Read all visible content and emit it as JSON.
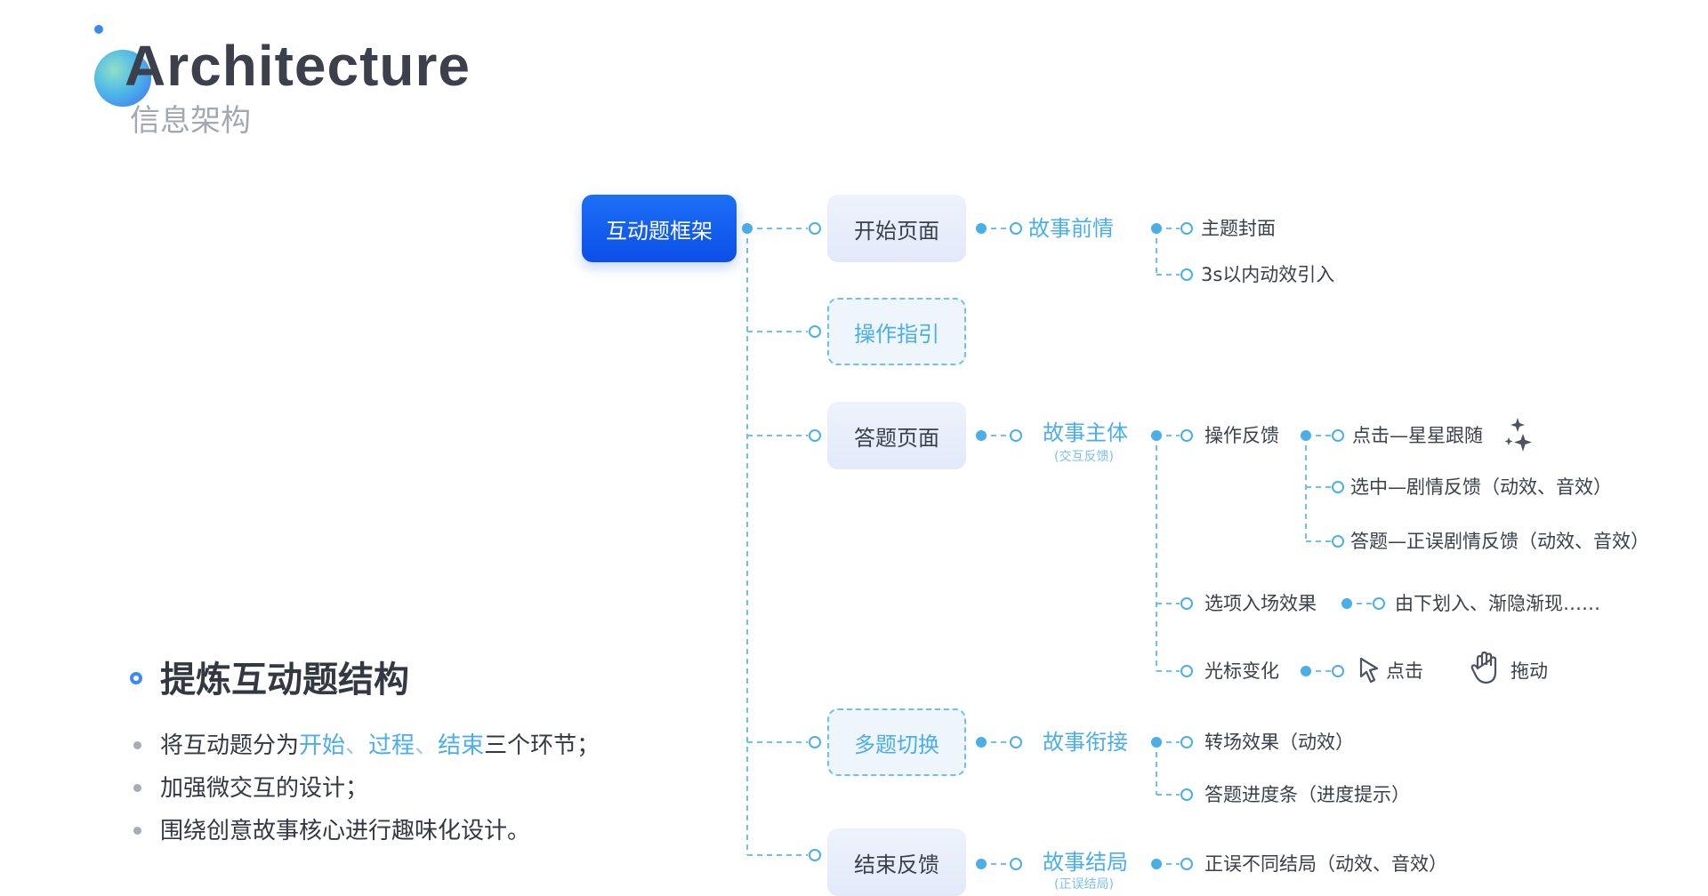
{
  "header": {
    "title_en": "Architecture",
    "title_cn": "信息架构"
  },
  "summary": {
    "title": "提炼互动题结构",
    "line1": {
      "prefix": "将互动题分为",
      "hl1": "开始",
      "sep1": "、",
      "hl2": "过程",
      "sep2": "、",
      "hl3": "结束",
      "suffix": "三个环节；"
    },
    "line2": "加强微交互的设计；",
    "line3": "围绕创意故事核心进行趣味化设计。"
  },
  "diagram": {
    "root": "互动题框架",
    "pages": {
      "start": "开始页面",
      "guide": "操作指引",
      "answer": "答题页面",
      "switch": "多题切换",
      "end": "结束反馈"
    },
    "level2": {
      "prelude": "故事前情",
      "main": "故事主体",
      "main_sub": "(交互反馈)",
      "link": "故事衔接",
      "ending": "故事结局",
      "ending_sub": "(正误结局)"
    },
    "level3": {
      "cover": "主题封面",
      "intro": "3s以内动效引入",
      "op_feedback": "操作反馈",
      "click_star": "点击—星星跟随",
      "select_feedback": "选中—剧情反馈（动效、音效）",
      "answer_feedback": "答题—正误剧情反馈（动效、音效）",
      "option_enter": "选项入场效果",
      "option_enter_detail": "由下划入、渐隐渐现……",
      "cursor_change": "光标变化",
      "cursor_click": "点击",
      "cursor_drag": "拖动",
      "transition": "转场效果（动效）",
      "progress": "答题进度条（进度提示）",
      "endings": "正误不同结局（动效、音效）"
    }
  },
  "icons": {
    "sparkle": "sparkle-icon",
    "pointer": "pointer-cursor-icon",
    "hand": "hand-grab-icon",
    "logo": "gradient-orb-logo"
  },
  "colors": {
    "accent": "#4aaee8",
    "root_blue": "#0b4fe8",
    "text": "#333842",
    "muted": "#a3a8b3"
  }
}
